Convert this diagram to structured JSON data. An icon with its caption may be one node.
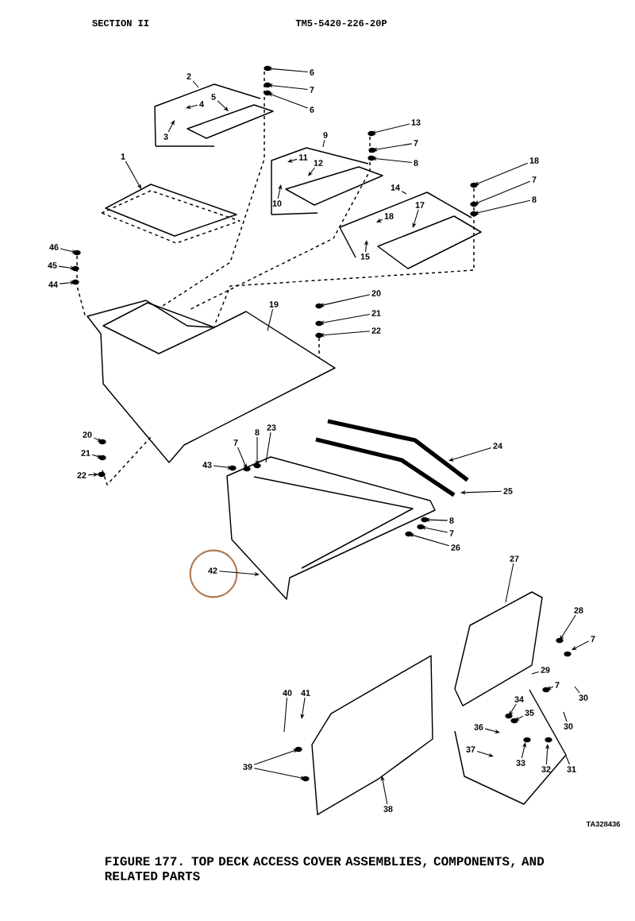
{
  "diagram": {
    "caption": "FIGURE 177. TOP DECK ACCESS COVER ASSEMBLIES, COMPONENTS, AND RELATED PARTS",
    "nodes": [
      {
        "text": [
          "1"
        ]
      },
      {
        "text": [
          "2"
        ]
      },
      {
        "text": [
          "6"
        ]
      },
      {
        "text": [
          "7"
        ]
      },
      {
        "text": [
          "4"
        ]
      },
      {
        "text": [
          "5"
        ]
      },
      {
        "text": [
          "6"
        ]
      },
      {
        "text": [
          "3"
        ]
      },
      {
        "text": [
          "13"
        ]
      },
      {
        "text": [
          "9"
        ]
      },
      {
        "text": [
          "7"
        ]
      },
      {
        "text": [
          "11"
        ]
      },
      {
        "text": [
          "18"
        ]
      },
      {
        "text": [
          "12"
        ]
      },
      {
        "text": [
          "8"
        ]
      },
      {
        "text": [
          "7"
        ]
      },
      {
        "text": [
          "14"
        ]
      },
      {
        "text": [
          "8"
        ]
      },
      {
        "text": [
          "10"
        ]
      },
      {
        "text": [
          "17"
        ]
      },
      {
        "text": [
          "18"
        ]
      },
      {
        "text": [
          "46"
        ]
      },
      {
        "text": [
          "15"
        ]
      },
      {
        "text": [
          "45"
        ]
      },
      {
        "text": [
          "44"
        ]
      },
      {
        "text": [
          "20"
        ]
      },
      {
        "text": [
          "19"
        ]
      },
      {
        "text": [
          "21"
        ]
      },
      {
        "text": [
          "22"
        ]
      },
      {
        "text": [
          "23"
        ]
      },
      {
        "text": [
          "8"
        ]
      },
      {
        "text": [
          "20"
        ]
      },
      {
        "text": [
          "7"
        ]
      },
      {
        "text": [
          "24"
        ]
      },
      {
        "text": [
          "21"
        ]
      },
      {
        "text": [
          "43"
        ]
      },
      {
        "text": [
          "22"
        ]
      },
      {
        "text": [
          "25"
        ]
      },
      {
        "text": [
          "8"
        ]
      },
      {
        "text": [
          "7"
        ]
      },
      {
        "text": [
          "26"
        ]
      },
      {
        "text": [
          "27"
        ]
      },
      {
        "text": [
          "42"
        ]
      },
      {
        "text": [
          "28"
        ]
      },
      {
        "text": [
          "7"
        ]
      },
      {
        "text": [
          "29"
        ]
      },
      {
        "text": [
          "7"
        ]
      },
      {
        "text": [
          "40"
        ]
      },
      {
        "text": [
          "41"
        ]
      },
      {
        "text": [
          "30"
        ]
      },
      {
        "text": [
          "34"
        ]
      },
      {
        "text": [
          "35"
        ]
      },
      {
        "text": [
          "30"
        ]
      },
      {
        "text": [
          "36"
        ]
      },
      {
        "text": [
          "37"
        ]
      },
      {
        "text": [
          "39"
        ]
      },
      {
        "text": [
          "33"
        ]
      },
      {
        "text": [
          "32"
        ]
      },
      {
        "text": [
          "31"
        ]
      },
      {
        "text": [
          "38"
        ]
      }
    ],
    "edges": [
      {
        "from": 0,
        "to": null,
        "arrow": "to"
      },
      {
        "from": 1,
        "to": null,
        "arrow": "none"
      },
      {
        "from": 2,
        "to": null,
        "arrow": "to"
      },
      {
        "from": 3,
        "to": null,
        "arrow": "to"
      },
      {
        "from": 4,
        "to": null,
        "arrow": "to"
      },
      {
        "from": 5,
        "to": null,
        "arrow": "to"
      },
      {
        "from": 6,
        "to": null,
        "arrow": "to"
      },
      {
        "from": 7,
        "to": null,
        "arrow": "to"
      },
      {
        "from": 8,
        "to": null,
        "arrow": "to"
      },
      {
        "from": 9,
        "to": null,
        "arrow": "none"
      },
      {
        "from": 10,
        "to": null,
        "arrow": "to"
      },
      {
        "from": 11,
        "to": null,
        "arrow": "to"
      },
      {
        "from": 12,
        "to": null,
        "arrow": "to"
      },
      {
        "from": 13,
        "to": null,
        "arrow": "to"
      },
      {
        "from": 14,
        "to": null,
        "arrow": "to"
      },
      {
        "from": 15,
        "to": null,
        "arrow": "to"
      },
      {
        "from": 16,
        "to": null,
        "arrow": "none"
      },
      {
        "from": 17,
        "to": null,
        "arrow": "to"
      },
      {
        "from": 18,
        "to": null,
        "arrow": "to"
      },
      {
        "from": 19,
        "to": null,
        "arrow": "to"
      },
      {
        "from": 20,
        "to": null,
        "arrow": "to"
      },
      {
        "from": 21,
        "to": null,
        "arrow": "to"
      },
      {
        "from": 22,
        "to": null,
        "arrow": "to"
      },
      {
        "from": 23,
        "to": null,
        "arrow": "to"
      },
      {
        "from": 24,
        "to": null,
        "arrow": "to"
      },
      {
        "from": 25,
        "to": null,
        "arrow": "to"
      },
      {
        "from": 26,
        "to": null,
        "arrow": "none"
      },
      {
        "from": 27,
        "to": null,
        "arrow": "to"
      },
      {
        "from": 28,
        "to": null,
        "arrow": "to"
      },
      {
        "from": 29,
        "to": null,
        "arrow": "none"
      },
      {
        "from": 30,
        "to": null,
        "arrow": "to"
      },
      {
        "from": 31,
        "to": null,
        "arrow": "to"
      },
      {
        "from": 32,
        "to": null,
        "arrow": "to"
      },
      {
        "from": 33,
        "to": null,
        "arrow": "to"
      },
      {
        "from": 34,
        "to": null,
        "arrow": "to"
      },
      {
        "from": 35,
        "to": null,
        "arrow": "to"
      },
      {
        "from": 36,
        "to": null,
        "arrow": "to"
      },
      {
        "from": 37,
        "to": null,
        "arrow": "to"
      },
      {
        "from": 38,
        "to": null,
        "arrow": "to"
      },
      {
        "from": 39,
        "to": null,
        "arrow": "to"
      },
      {
        "from": 40,
        "to": null,
        "arrow": "to"
      },
      {
        "from": 41,
        "to": null,
        "arrow": "none"
      },
      {
        "from": 42,
        "to": null,
        "arrow": "to"
      },
      {
        "from": 43,
        "to": null,
        "arrow": "to"
      },
      {
        "from": 44,
        "to": null,
        "arrow": "to"
      },
      {
        "from": 45,
        "to": null,
        "arrow": "none"
      },
      {
        "from": 46,
        "to": null,
        "arrow": "to"
      },
      {
        "from": 47,
        "to": null,
        "arrow": "none"
      },
      {
        "from": 48,
        "to": null,
        "arrow": "to"
      },
      {
        "from": 49,
        "to": null,
        "arrow": "none"
      },
      {
        "from": 50,
        "to": null,
        "arrow": "to"
      },
      {
        "from": 51,
        "to": null,
        "arrow": "to"
      },
      {
        "from": 52,
        "to": null,
        "arrow": "none"
      },
      {
        "from": 53,
        "to": null,
        "arrow": "to"
      },
      {
        "from": 54,
        "to": null,
        "arrow": "to"
      },
      {
        "from": 55,
        "to": null,
        "arrow": "to"
      },
      {
        "from": 55,
        "to": null,
        "arrow": "to"
      },
      {
        "from": 56,
        "to": null,
        "arrow": "to"
      },
      {
        "from": 57,
        "to": null,
        "arrow": "to"
      },
      {
        "from": 58,
        "to": null,
        "arrow": "none"
      },
      {
        "from": 59,
        "to": null,
        "arrow": "to"
      }
    ],
    "labels": [
      "SECTION II",
      "TM5-5420-226-20P",
      "TA328436"
    ]
  }
}
